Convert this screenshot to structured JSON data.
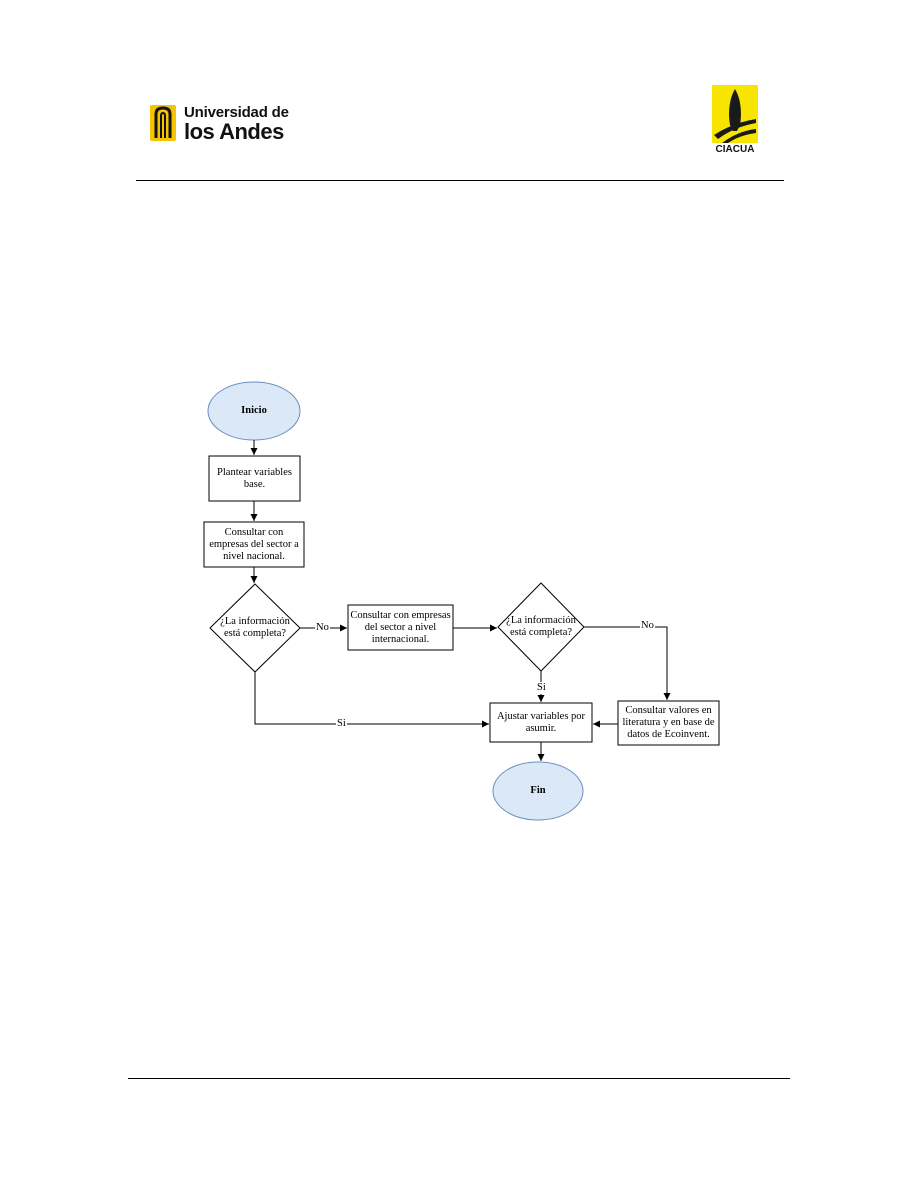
{
  "header": {
    "university_line1": "Universidad de",
    "university_line2": "los Andes",
    "lab_logo_text": "CIACUA"
  },
  "flowchart": {
    "nodes": {
      "start": "Inicio",
      "plan": "Plantear variables\nbase.",
      "consult_national": "Consultar con\nempresas del sector a\nnivel nacional.",
      "decision1": "¿La información\nestá completa?",
      "consult_international": "Consultar con empresas\ndel sector a nivel\ninternacional.",
      "decision2": "¿La información\nestá completa?",
      "adjust": "Ajustar variables por\nasumir.",
      "literature": "Consultar valores en\nliteratura y en base de\ndatos de Ecoinvent.",
      "end": "Fin"
    },
    "edge_labels": {
      "d1_no": "No",
      "d1_si": "Si",
      "d2_si": "Si",
      "d2_no": "No"
    },
    "colors": {
      "terminal_fill": "#dbe8f7",
      "terminal_stroke": "#6c8ebf",
      "stroke": "#000000"
    }
  }
}
